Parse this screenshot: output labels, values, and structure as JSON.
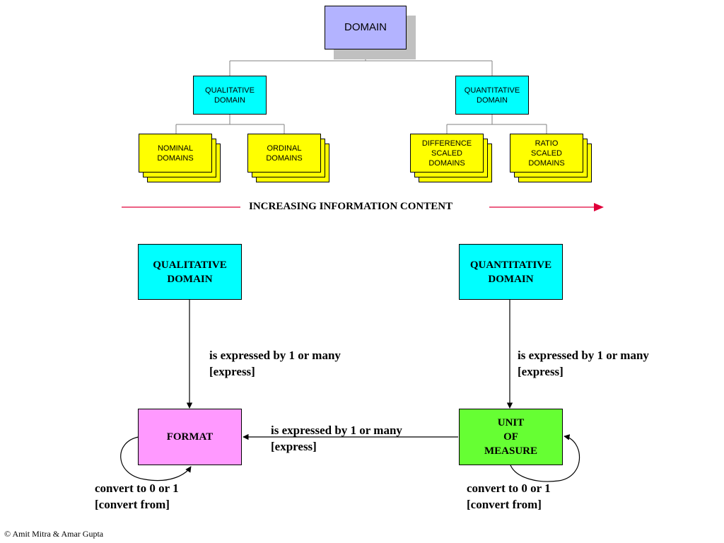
{
  "hierarchy": {
    "root": "DOMAIN",
    "qualitative": "QUALITATIVE\nDOMAIN",
    "quantitative": "QUANTITATIVE\nDOMAIN",
    "nominal": "NOMINAL\nDOMAINS",
    "ordinal": "ORDINAL\nDOMAINS",
    "difference": "DIFFERENCE\nSCALED\nDOMAINS",
    "ratio": "RATIO\nSCALED\nDOMAINS"
  },
  "axis_caption": "INCREASING INFORMATION CONTENT",
  "entities": {
    "qualitative": "QUALITATIVE\nDOMAIN",
    "quantitative": "QUANTITATIVE\nDOMAIN",
    "format": "FORMAT",
    "unit": "UNIT\nOF\nMEASURE"
  },
  "relations": {
    "qual_to_format": "is expressed by 1 or many\n[express]",
    "quant_to_unit": "is expressed by 1 or many\n[express]",
    "unit_to_format": "is expressed by 1 or many\n[express]",
    "format_self": "convert to 0 or 1\n[convert from]",
    "unit_self": "convert to 0 or 1\n[convert from]"
  },
  "footer": "© Amit Mitra & Amar Gupta",
  "colors": {
    "root": "#b3b3ff",
    "domain": "#00ffff",
    "subtype": "#ffff00",
    "format": "#ff99ff",
    "unit": "#66ff33",
    "arrow_red": "#e0003a"
  }
}
